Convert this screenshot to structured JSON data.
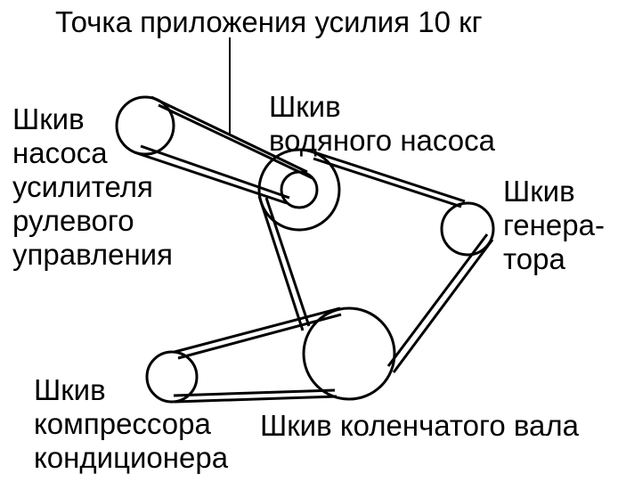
{
  "force_point_label": "Точка приложения усилия 10 кг",
  "power_steering_pulley_label": [
    "Шкив",
    "насоса",
    "усилителя",
    "рулевого",
    "управления"
  ],
  "water_pump_pulley_label": [
    "Шкив",
    "водяного насоса"
  ],
  "alternator_pulley_label": [
    "Шкив",
    "генера-",
    "тора"
  ],
  "ac_compressor_pulley_label": [
    "Шкив",
    "компрессора",
    "кондиционера"
  ],
  "crankshaft_pulley_label": "Шкив коленчатого вала",
  "colors": {
    "stroke": "#000000",
    "background": "#ffffff"
  }
}
